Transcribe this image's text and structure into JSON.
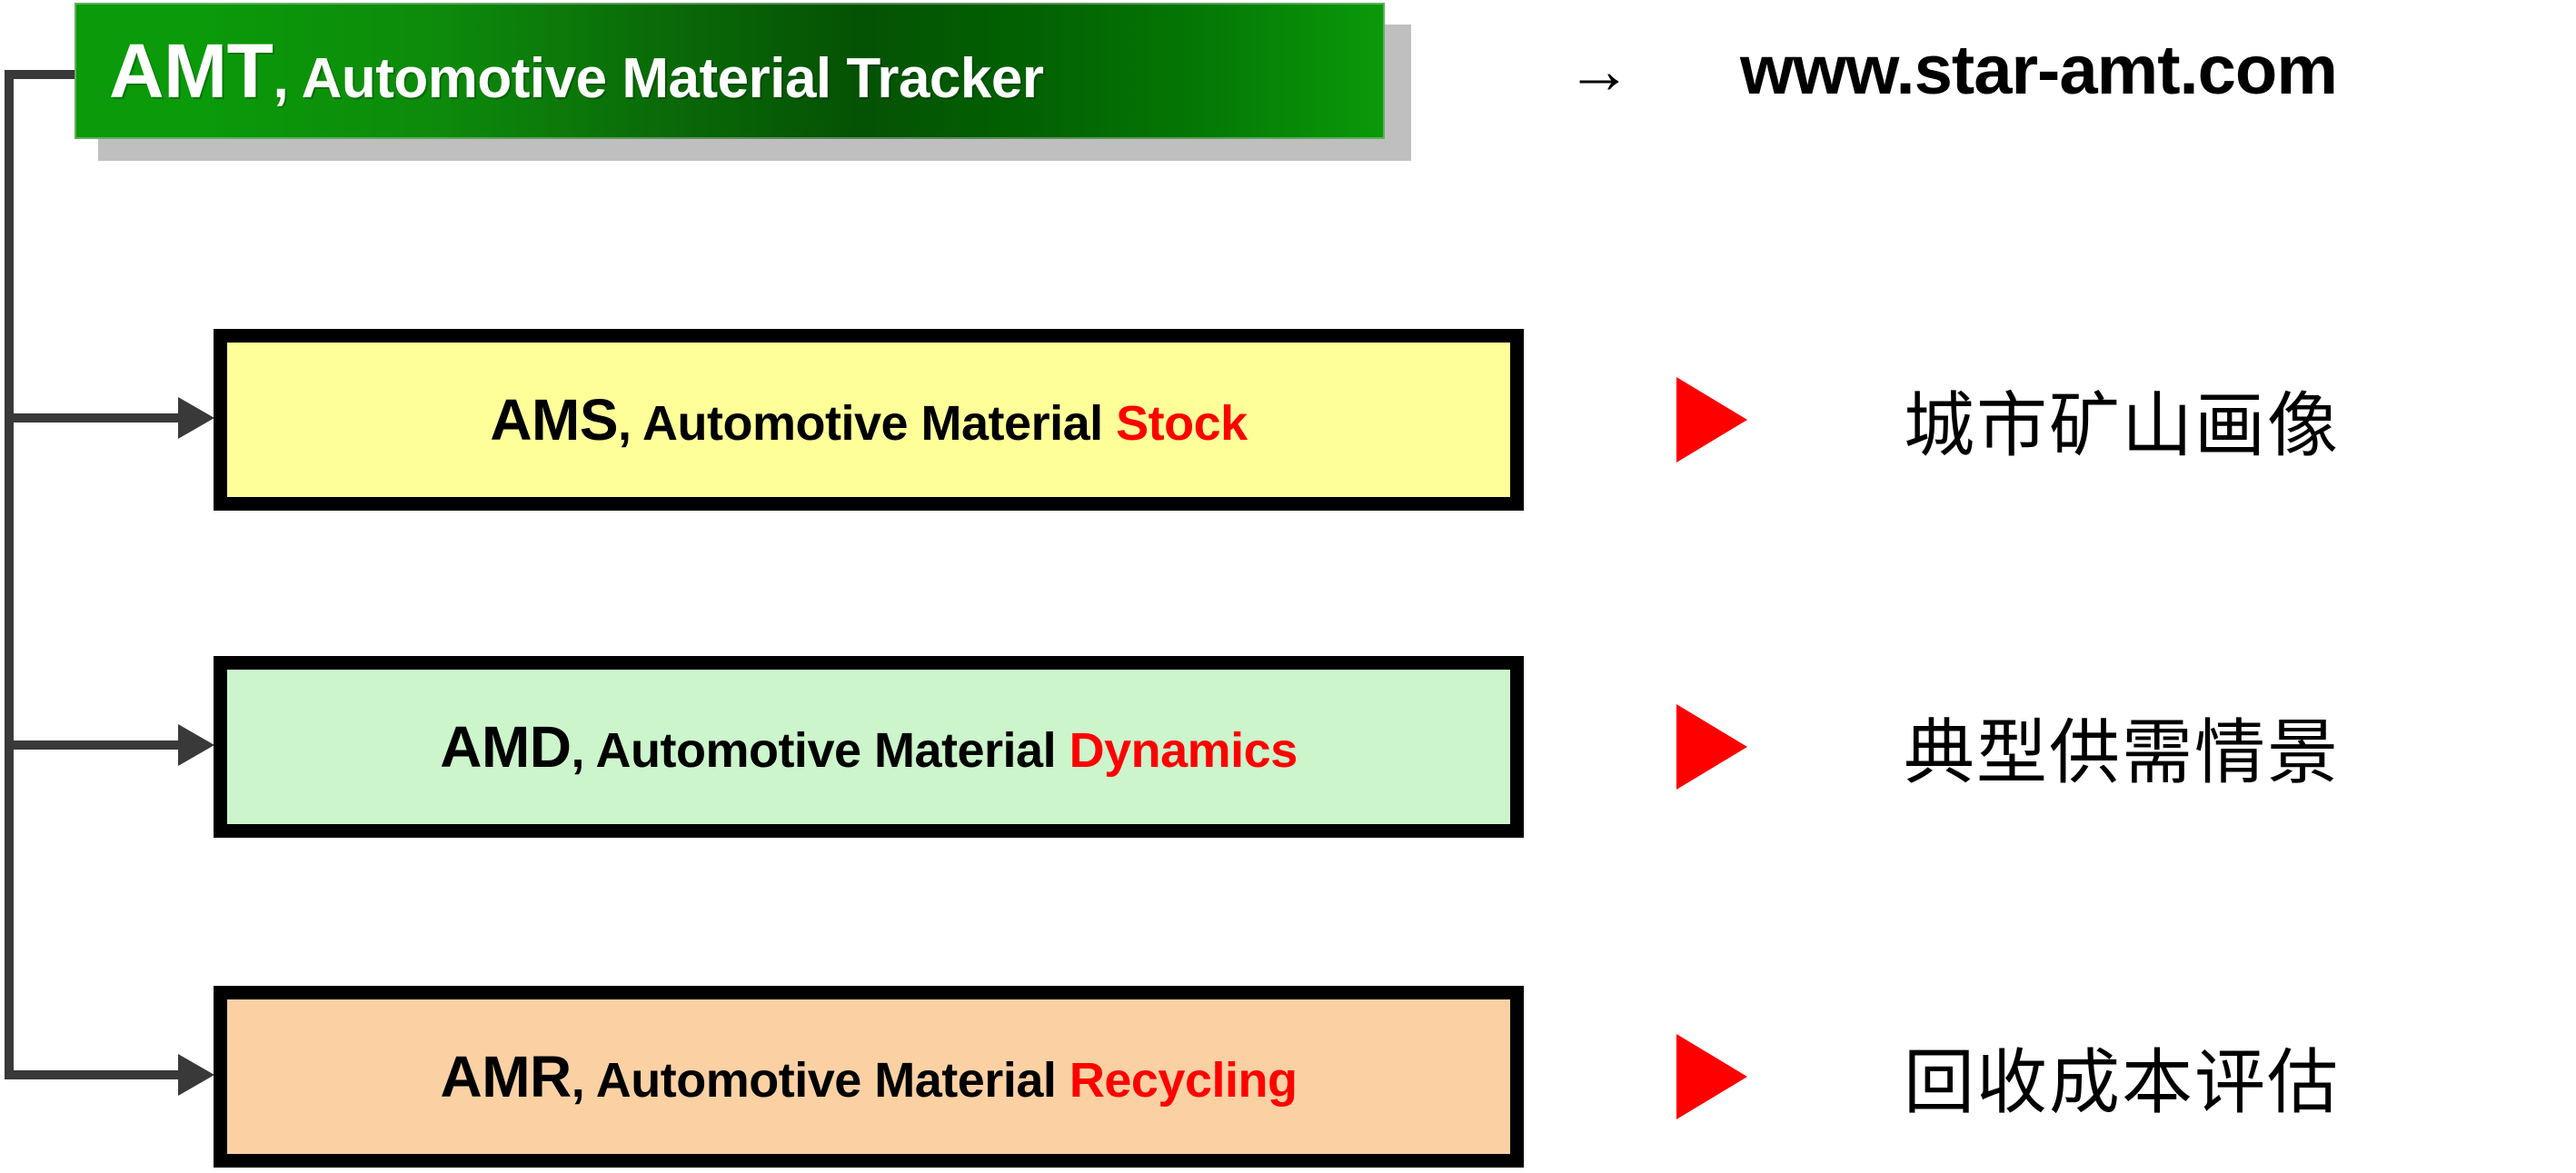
{
  "header": {
    "banner": {
      "abbr": "AMT",
      "rest": ", Automotive Material Tracker",
      "bg_gradient_from": "#0a9a0a",
      "bg_gradient_to": "#026002",
      "text_color": "#ffffff"
    },
    "arrow_icon": "right-arrow",
    "arrow_glyph": "→",
    "url": "www.star-amt.com"
  },
  "modules": [
    {
      "id": "ams",
      "abbr_prefix": "AM",
      "abbr_highlight": "S",
      "rest": ", Automotive Material ",
      "keyword": "Stock",
      "bg_color": "#ffff99",
      "border_color": "#000000",
      "highlight_color": "#ff0000"
    },
    {
      "id": "amd",
      "abbr_prefix": "AM",
      "abbr_highlight": "D",
      "rest": ", Automotive Material ",
      "keyword": "Dynamics",
      "bg_color": "#ccf5cc",
      "border_color": "#000000",
      "highlight_color": "#ff0000"
    },
    {
      "id": "amr",
      "abbr_prefix": "AM",
      "abbr_highlight": "R",
      "rest": ", Automotive Material ",
      "keyword": "Recycling",
      "bg_color": "#fbd1a4",
      "border_color": "#000000",
      "highlight_color": "#ff0000"
    }
  ],
  "outcomes": [
    {
      "bullet_icon": "red-triangle-right",
      "label": "城市矿山画像",
      "bullet_color": "#ff0000"
    },
    {
      "bullet_icon": "red-triangle-right",
      "label": "典型供需情景",
      "bullet_color": "#ff0000"
    },
    {
      "bullet_icon": "red-triangle-right",
      "label": "回收成本评估",
      "bullet_color": "#ff0000"
    }
  ],
  "connectors": {
    "color": "#393939",
    "arrow_icon": "arrowhead-right",
    "branch_count": 3
  }
}
